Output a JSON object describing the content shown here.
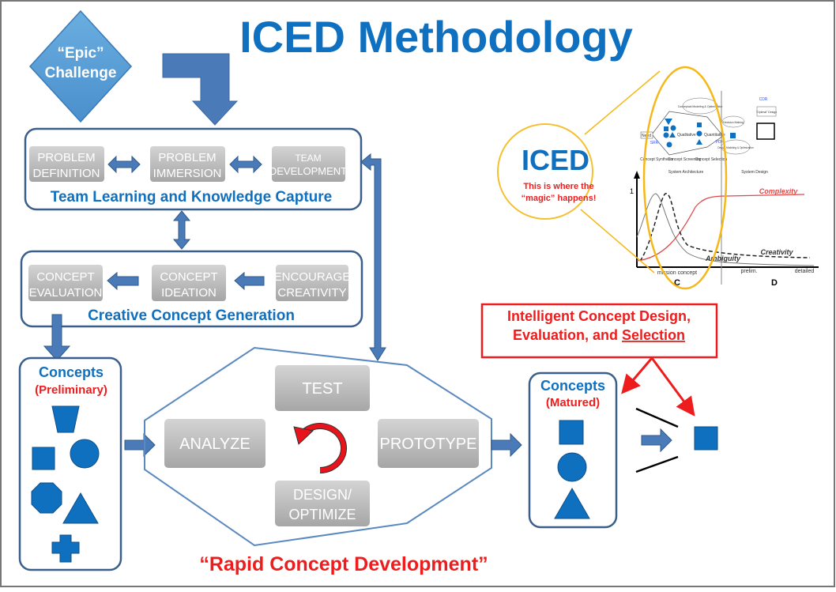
{
  "title": "ICED Methodology",
  "epic": {
    "line1": "“Epic”",
    "line2": "Challenge"
  },
  "team_box": {
    "caption": "Team Learning and Knowledge Capture",
    "buttons": [
      {
        "line1": "PROBLEM",
        "line2": "DEFINITION"
      },
      {
        "line1": "PROBLEM",
        "line2": "IMMERSION"
      },
      {
        "line1": "TEAM",
        "line2": "DEVELOPMENT"
      }
    ]
  },
  "creative_box": {
    "caption": "Creative Concept Generation",
    "buttons": [
      {
        "line1": "CONCEPT",
        "line2": "EVALUATION"
      },
      {
        "line1": "CONCEPT",
        "line2": "IDEATION"
      },
      {
        "line1": "ENCOURAGE",
        "line2": "CREATIVITY"
      }
    ]
  },
  "preliminary": {
    "title": "Concepts",
    "subtitle": "(Preliminary)"
  },
  "rapid": {
    "caption": "“Rapid Concept Development”",
    "test": "TEST",
    "analyze": "ANALYZE",
    "prototype": "PROTOTYPE",
    "design_line1": "DESIGN/",
    "design_line2": "OPTIMIZE"
  },
  "matured": {
    "title": "Concepts",
    "subtitle": "(Matured)"
  },
  "intelligent": {
    "line1": "Intelligent Concept Design,",
    "line2_prefix": "Evaluation, and ",
    "line2_underlined": "Selection"
  },
  "iced_callout": {
    "title": "ICED",
    "line1": "This is where the",
    "line2": "“magic” happens!"
  },
  "inset": {
    "y_tick": "1",
    "complexity": "Complexity",
    "creativity": "Creativity",
    "ambiguity": "Ambiguity",
    "mission_concept": "mission concept",
    "prelim": "prelim.",
    "detailed": "detailed",
    "phase_c": "C",
    "phase_d": "D",
    "need": "Need",
    "qualitative": "Qualitative",
    "quantitative": "Quantitative",
    "concept_synthesis": "Concept Synthesis",
    "concept_screening": "Concept Screening",
    "concept_selection": "Concept Selection",
    "system_architecture": "System Architecture",
    "system_design": "System Design",
    "conceptual_modeling": "Conceptual Modeling & Optimization",
    "decision_making": "Decision Making",
    "design_modeling": "Design Modeling & Optimization",
    "optimal_design": "\"Optimal\" Design",
    "srr": "SRR",
    "pdr": "PDR",
    "cdr": "CDR"
  },
  "colors": {
    "blue": "#1070c0",
    "arrow": "#4a7ab8",
    "red": "#ee1c1c",
    "orange": "#f5b818",
    "box_border": "#3a5f8a"
  }
}
